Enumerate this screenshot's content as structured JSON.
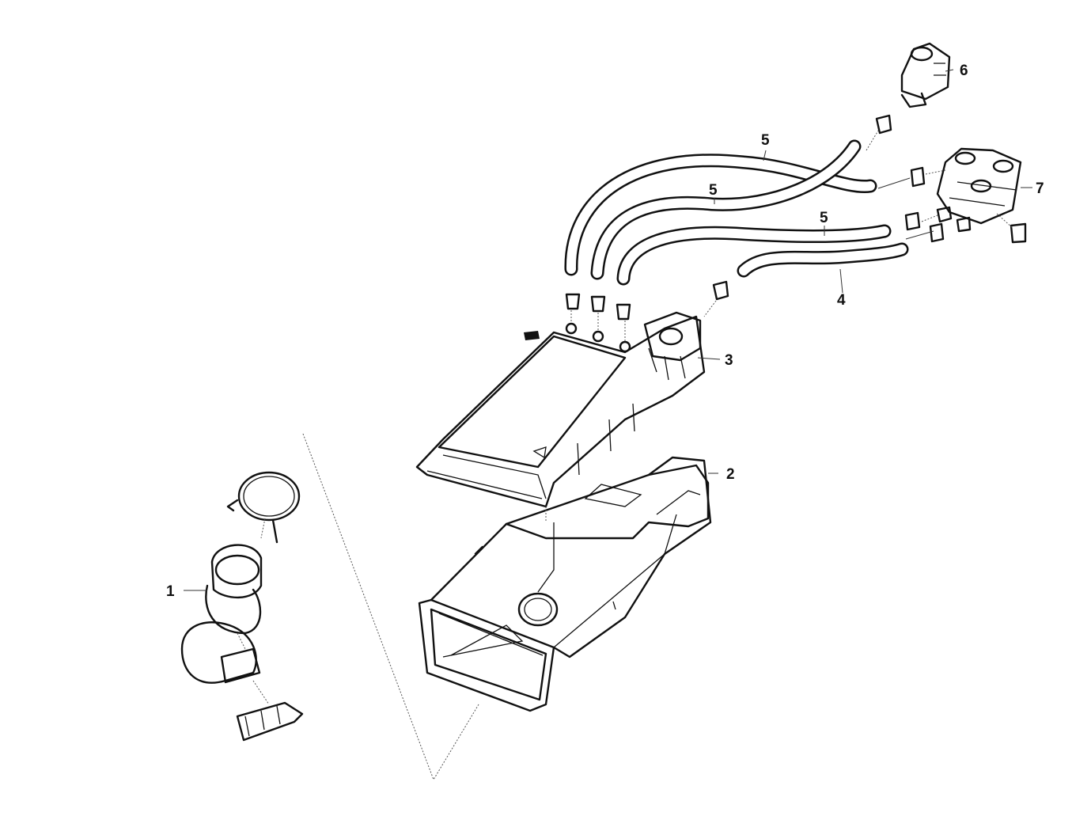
{
  "callouts": {
    "c1": "1",
    "c2": "2",
    "c3": "3",
    "c4": "4",
    "c5a": "5",
    "c5b": "5",
    "c5c": "5",
    "c6": "6",
    "c7": "7"
  }
}
